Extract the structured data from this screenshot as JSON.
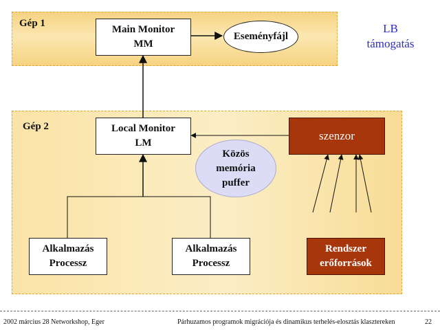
{
  "machine1": {
    "label": "Gép 1"
  },
  "machine2": {
    "label": "Gép 2"
  },
  "main_monitor": {
    "line1": "Main Monitor",
    "line2": "MM"
  },
  "event_file": {
    "label": "Eseményfájl"
  },
  "lb_support": {
    "line1": "LB",
    "line2": "támogatás"
  },
  "local_monitor": {
    "line1": "Local Monitor",
    "line2": "LM"
  },
  "sensor": {
    "label": "szenzor"
  },
  "shared_memory": {
    "line1": "Közös",
    "line2": "memória",
    "line3": "puffer"
  },
  "app_process_1": {
    "line1": "Alkalmazás",
    "line2": "Processz"
  },
  "app_process_2": {
    "line1": "Alkalmazás",
    "line2": "Processz"
  },
  "system_resources": {
    "line1": "Rendszer",
    "line2": "erőforrások"
  },
  "footer": {
    "left": "2002 március 28 Networkshop, Eger",
    "center": "Párhuzamos programok migrációja és dinamikus terhelés-elosztás klasztereken",
    "page": "22"
  },
  "colors": {
    "panel": "#f6d382",
    "dark_box": "#a7360b",
    "memory_ellipse": "#dcdcf6",
    "lb_text": "#2c2ccc"
  }
}
